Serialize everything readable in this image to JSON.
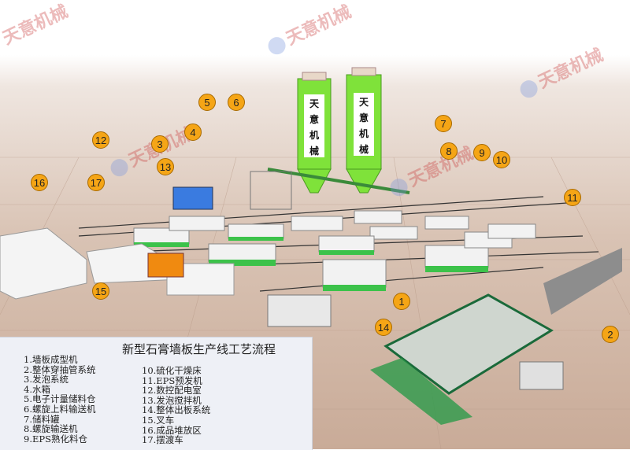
{
  "watermark": "天意机械",
  "silo_label": [
    "天",
    "意",
    "机",
    "械"
  ],
  "callouts": [
    "1",
    "2",
    "3",
    "4",
    "5",
    "6",
    "7",
    "8",
    "9",
    "10",
    "11",
    "12",
    "13",
    "14",
    "15",
    "16",
    "17"
  ],
  "legend": {
    "title": "新型石膏墙板生产线工艺流程",
    "col1": [
      "1.墙板成型机",
      "2.整体穿抽管系统",
      "3.发泡系统",
      "4.水箱",
      "5.电子计量储料仓",
      "6.螺旋上料输送机",
      "7.储料罐",
      "8.螺旋输送机",
      "9.EPS熟化料仓"
    ],
    "col2": [
      "10.硫化干燥床",
      "11.EPS预发机",
      "12.数控配电室",
      "13.发泡搅拌机",
      "14.整体出板系统",
      "15.叉车",
      "16.成品堆放区",
      "17.摆渡车"
    ]
  },
  "colors": {
    "callout": "#f5a516",
    "machine_green": "#3cc24a",
    "silo_green": "#7fe23a",
    "legend_bg": "#eef0f6"
  }
}
